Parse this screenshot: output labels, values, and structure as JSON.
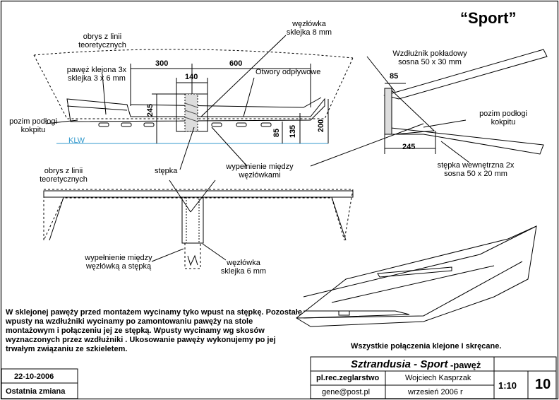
{
  "title": "“Sport”",
  "labels": {
    "obrys_top": "obrys z linii teoretycznych",
    "pawez_klejona": "pawęż klejona 3x sklejka 3 x 6 mm",
    "wezlowka_8": "węzłówka sklejka 8 mm",
    "otwory": "Otwory odpływowe",
    "pozim_left": "pozim podłogi kokpitu",
    "klw": "KLW",
    "wzdluznik": "Wzdłużnik pokładowy sosna 50 x 30 mm",
    "pozim_right": "pozim podłogi kokpitu",
    "stepka_wew": "stępka wewnętrzna 2x sosna 50 x 20 mm",
    "obrys_bottom": "obrys z linii teoretycznych",
    "stepka": "stępka",
    "wypelnienie_wezlowkami": "wypełnienie między węzłówkami",
    "wypelnienie_stepka": "wypełnienie między węzłówką a stępką",
    "wezlowka_6": "węzłówka sklejka 6 mm",
    "polaczenia": "Wszystkie połączenia klejone I skręcane."
  },
  "dimensions": {
    "d300": "300",
    "d600": "600",
    "d140": "140",
    "d245_left": "245",
    "d85_left": "85",
    "d135": "135",
    "d200": "200",
    "d85_right": "85",
    "d245_right": "245"
  },
  "note": "W sklejonej pawęży przed montażem wycinamy tyko wpust na stępkę. Pozostałe wpusty na wzdłużniki wycinamy po zamontowaniu pawęży na stole montażowym i połączeniu jej ze stępką. Wpusty wycinamy wg skosów wyznaczonych przez wzdłużniki . Ukosowanie pawęży wykonujemy po jej trwałym związaniu ze szkieletem.",
  "title_block": {
    "date": "22-10-2006",
    "last_change": "Ostatnia zmiana",
    "project": "Sztrandusia - Sport",
    "part": "-pawęż",
    "org": "pl.rec.zeglarstwo",
    "author": "Wojciech Kasprzak",
    "email": "gene@post.pl",
    "month": "wrzesień 2006 r",
    "scale": "1:10",
    "sheet": "10"
  }
}
